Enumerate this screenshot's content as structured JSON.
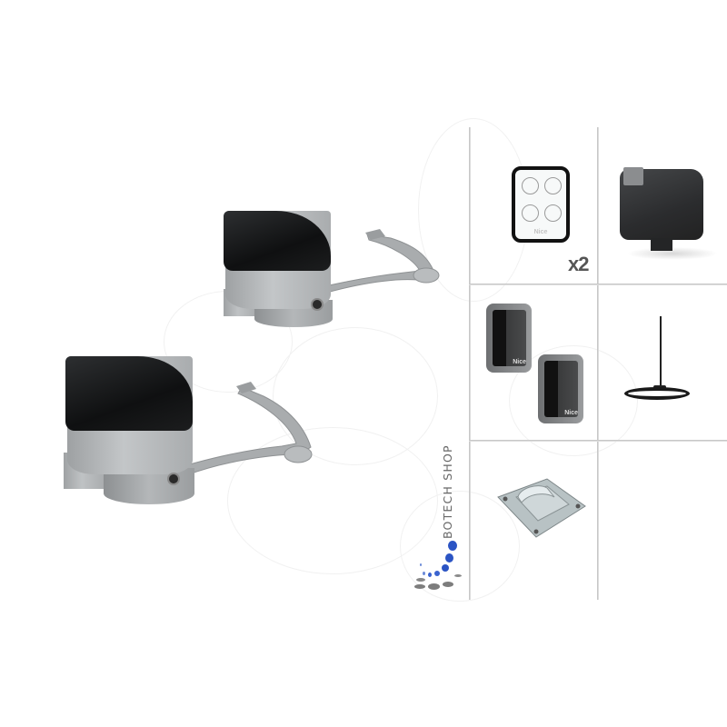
{
  "image": {
    "description": "Product kit photo for a swing-gate automation set",
    "background": "#ffffff"
  },
  "main_products": [
    {
      "name": "Swing gate operator with articulated arm",
      "count_shown": 2,
      "colors": {
        "cover": "#111213",
        "body": "#b3b6b8",
        "arm": "#a7aaac"
      }
    }
  ],
  "accessory_grid": {
    "columns": 2,
    "rows": 3,
    "line_color": "#c8c8c8",
    "cells": [
      {
        "item": "remote-control",
        "brand_label": "Nice",
        "quantity_label": "x2",
        "buttons": 4
      },
      {
        "item": "plug-in-receiver"
      },
      {
        "item": "photocells-pair",
        "brand_label": "Nice",
        "count_shown": 2
      },
      {
        "item": "external-antenna"
      },
      {
        "item": "gate-stop-plate"
      },
      {
        "item": "empty"
      }
    ]
  },
  "watermark": {
    "text": "BOTECH SHOP",
    "text_color": "#666666",
    "dot_color_primary": "#2b54c4",
    "dot_color_secondary": "#7d7d7d"
  }
}
